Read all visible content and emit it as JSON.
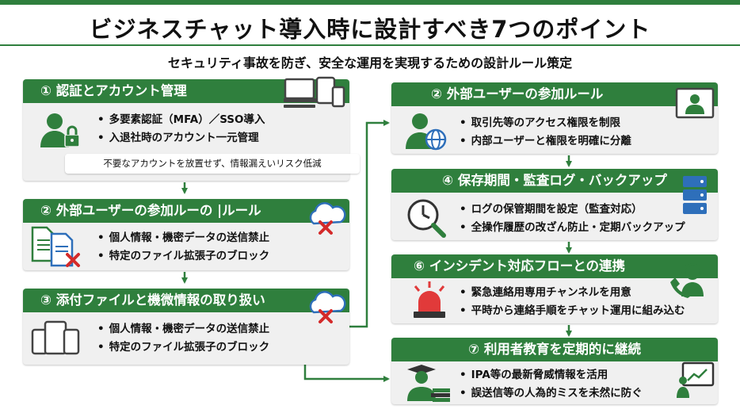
{
  "title": "ビジネスチャット導入時に設計すべき7つのポイント",
  "subtitle": "セキュリティ事故を防ぎ、安全な運用を実現するための設計ルール策定",
  "cards": [
    {
      "heading": "① 認証とアカウント管理",
      "bullets": [
        "多要素認証（MFA）／SSO導入",
        "入退社時のアカウント一元管理"
      ],
      "note": "不要なアカウントを放置せず、情報漏えいリスク低減",
      "icons": [
        "user-lock-icon",
        "devices-icon"
      ]
    },
    {
      "heading": "② 外部ユーザーの参加ルーの |ルール",
      "bullets": [
        "個人情報・機密データの送信禁止",
        "特定のファイル拡張子のブロック"
      ],
      "icons": [
        "documents-blocked-icon",
        "cloud-blocked-icon"
      ]
    },
    {
      "heading": "③ 添付ファイルと機微情報の取り扱い",
      "bullets": [
        "個人情報・機密データの送信禁止",
        "特定のファイル拡張子のブロック"
      ],
      "icons": [
        "tablets-icon",
        "cloud-blocked-icon"
      ]
    },
    {
      "heading": "② 外部ユーザーの参加ルール",
      "bullets": [
        "取引先等のアクセス権限を制限",
        "内部ユーザーと権限を明確に分離"
      ],
      "icons": [
        "user-globe-icon",
        "video-screen-icon"
      ]
    },
    {
      "heading": "④ 保存期間・監査ログ・バックアップ",
      "bullets": [
        "ログの保管期間を設定（監査対応）",
        "全操作履歴の改ざん防止・定期バックアップ"
      ],
      "icons": [
        "clock-search-icon",
        "server-icon"
      ]
    },
    {
      "heading": "⑥ インシデント対応フローとの連携",
      "bullets": [
        "緊急連絡用専用チャンネルを用意",
        "平時から連絡手順をチャット運用に組み込む"
      ],
      "icons": [
        "alarm-light-icon",
        "headset-icon"
      ]
    },
    {
      "heading": "⑦ 利用者教育を定期的に継続",
      "bullets": [
        "IPA等の最新脅威情報を活用",
        "誤送信等の人為的ミスを未然に防ぐ"
      ],
      "icons": [
        "graduate-books-icon",
        "presentation-board-icon"
      ]
    }
  ],
  "colors": {
    "accent": "#2f7f3d",
    "card_bg": "#f0f0f0",
    "blocked": "#d42a2a",
    "alarm": "#e13a3a",
    "globe": "#2e6fba"
  }
}
